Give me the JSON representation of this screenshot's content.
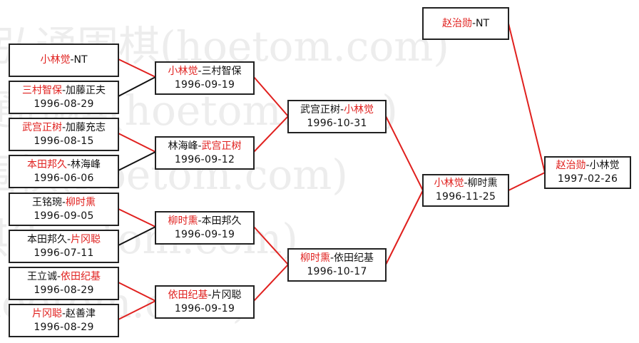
{
  "watermark": {
    "text": "弘通围棋(hoetom.com)"
  },
  "colors": {
    "winner": "#e0201e",
    "loser": "#111111",
    "line_winner": "#e0201e",
    "line_loser": "#111111"
  },
  "bracket": {
    "round1": [
      {
        "p1": "小林觉",
        "p2": "NT",
        "date": "",
        "winner": "p1"
      },
      {
        "p1": "三村智保",
        "p2": "加藤正夫",
        "date": "1996-08-29",
        "winner": "p1"
      },
      {
        "p1": "武宫正树",
        "p2": "加藤充志",
        "date": "1996-08-15",
        "winner": "p1"
      },
      {
        "p1": "本田邦久",
        "p2": "林海峰",
        "date": "1996-06-06",
        "winner": "p1"
      },
      {
        "p1": "王铭琬",
        "p2": "柳时熏",
        "date": "1996-09-05",
        "winner": "p2"
      },
      {
        "p1": "本田邦久",
        "p2": "片冈聪",
        "date": "1996-07-11",
        "winner": "p2"
      },
      {
        "p1": "王立诚",
        "p2": "依田纪基",
        "date": "1996-08-29",
        "winner": "p2"
      },
      {
        "p1": "片冈聪",
        "p2": "赵善津",
        "date": "1996-08-29",
        "winner": "p1"
      }
    ],
    "round2": [
      {
        "p1": "小林觉",
        "p2": "三村智保",
        "date": "1996-09-19",
        "winner": "p1"
      },
      {
        "p1": "林海峰",
        "p2": "武宫正树",
        "date": "1996-09-12",
        "winner": "p2"
      },
      {
        "p1": "柳时熏",
        "p2": "本田邦久",
        "date": "1996-09-19",
        "winner": "p1"
      },
      {
        "p1": "依田纪基",
        "p2": "片冈聪",
        "date": "1996-09-19",
        "winner": "p1"
      }
    ],
    "round3": [
      {
        "p1": "武宫正树",
        "p2": "小林觉",
        "date": "1996-10-31",
        "winner": "p2"
      },
      {
        "p1": "柳时熏",
        "p2": "依田纪基",
        "date": "1996-10-17",
        "winner": "p1"
      }
    ],
    "round4": [
      {
        "p1": "小林觉",
        "p2": "柳时熏",
        "date": "1996-11-25",
        "winner": "p1"
      }
    ],
    "seed": {
      "p1": "赵治勋",
      "p2": "NT",
      "date": "",
      "winner": "p1"
    },
    "final": {
      "p1": "赵治勋",
      "p2": "小林觉",
      "date": "1997-02-26",
      "winner": "p1"
    }
  }
}
